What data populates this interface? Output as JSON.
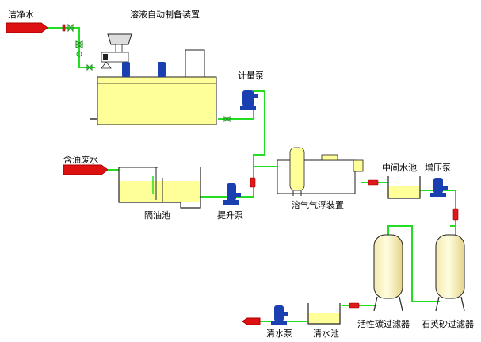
{
  "labels": {
    "clean_water": "洁净水",
    "dosing_unit": "溶液自动制备装置",
    "metering_pump": "计量泵",
    "oily_wastewater": "含油废水",
    "separator_tank": "隔油池",
    "lift_pump": "提升泵",
    "flotation_unit": "溶气气浮装置",
    "intermediate_pool": "中间水池",
    "booster_pump": "增压泵",
    "activated_carbon_filter": "活性碳过滤器",
    "quartz_sand_filter": "石英砂过滤器",
    "clean_water_pool": "清水池",
    "clean_water_pump": "清水泵"
  },
  "colors": {
    "pipe": "#22dd22",
    "inlet_pipe": "#dd1111",
    "tank_fill": "#ffff99",
    "pump_blue": "#1a3fb0",
    "valve_red": "#e01818",
    "outline": "#222222"
  },
  "icons": {
    "pump": "centrifugal-pump-icon",
    "valve": "gate-valve-icon",
    "inlet": "inlet-pipe-icon"
  }
}
